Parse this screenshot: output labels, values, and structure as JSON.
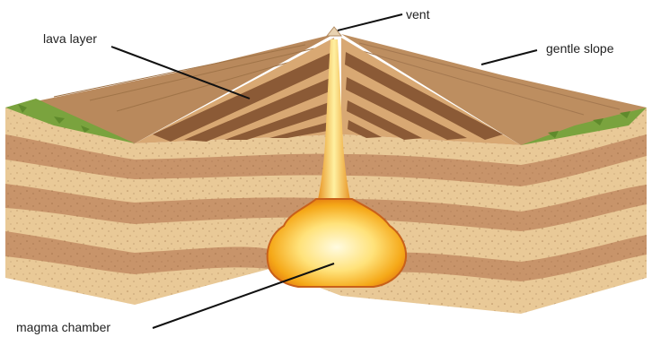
{
  "labels": {
    "vent": "vent",
    "lava_layer": "lava layer",
    "gentle_slope": "gentle slope",
    "magma_chamber": "magma chamber"
  },
  "colors": {
    "soil_light": "#e8c896",
    "soil_dark": "#c48e5c",
    "slope_top": "#b98a5e",
    "grass": "#6f9b3a",
    "magma_outer": "#e07a12",
    "magma_mid": "#f7b21a",
    "magma_core": "#fff3b0",
    "leader_line": "#111111"
  }
}
